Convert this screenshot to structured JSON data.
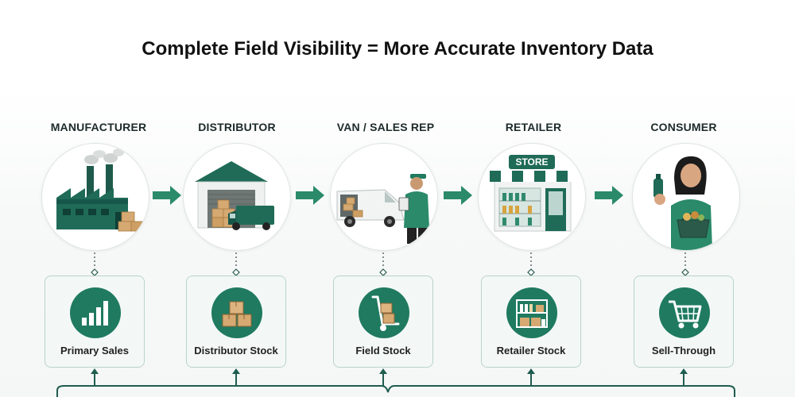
{
  "title": "Complete Field Visibility = More Accurate Inventory Data",
  "stages": [
    {
      "label": "MANUFACTURER",
      "icon": "factory-icon"
    },
    {
      "label": "DISTRIBUTOR",
      "icon": "warehouse-truck-icon"
    },
    {
      "label": "VAN / SALES REP",
      "icon": "van-sales-rep-icon"
    },
    {
      "label": "RETAILER",
      "icon": "store-icon",
      "sign": "STORE"
    },
    {
      "label": "CONSUMER",
      "icon": "shopper-icon"
    }
  ],
  "data_points": [
    {
      "label": "Primary Sales",
      "icon": "bar-chart-icon"
    },
    {
      "label": "Distributor Stock",
      "icon": "boxes-icon"
    },
    {
      "label": "Field Stock",
      "icon": "hand-truck-icon"
    },
    {
      "label": "Retailer Stock",
      "icon": "shelf-icon"
    },
    {
      "label": "Sell-Through",
      "icon": "shopping-cart-icon"
    }
  ],
  "colors": {
    "accent": "#1f7a60",
    "dark_green": "#14594a",
    "card_border": "#b9d3cb",
    "card_bg": "#f3f8f6",
    "box_tan": "#d5a971"
  }
}
